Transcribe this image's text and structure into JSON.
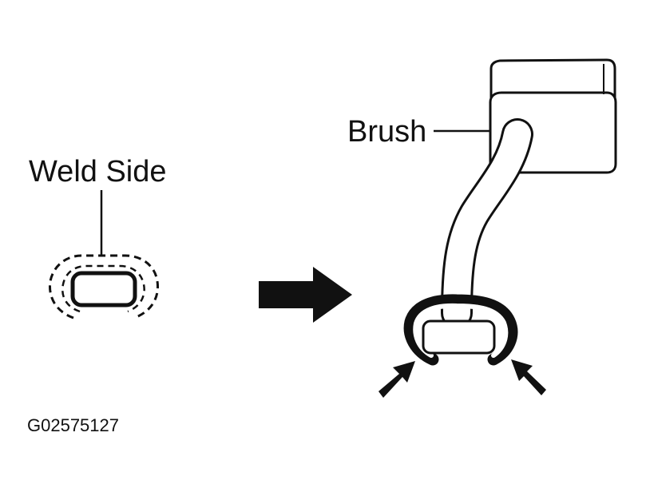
{
  "labels": {
    "weld_side": "Weld Side",
    "brush": "Brush",
    "figure_code": "G02575127"
  },
  "colors": {
    "ink": "#111111",
    "paper": "#ffffff"
  },
  "icons": {
    "process_arrow": "arrow-right-icon",
    "pointer_arrows": "arrow-diagonal-icon"
  }
}
